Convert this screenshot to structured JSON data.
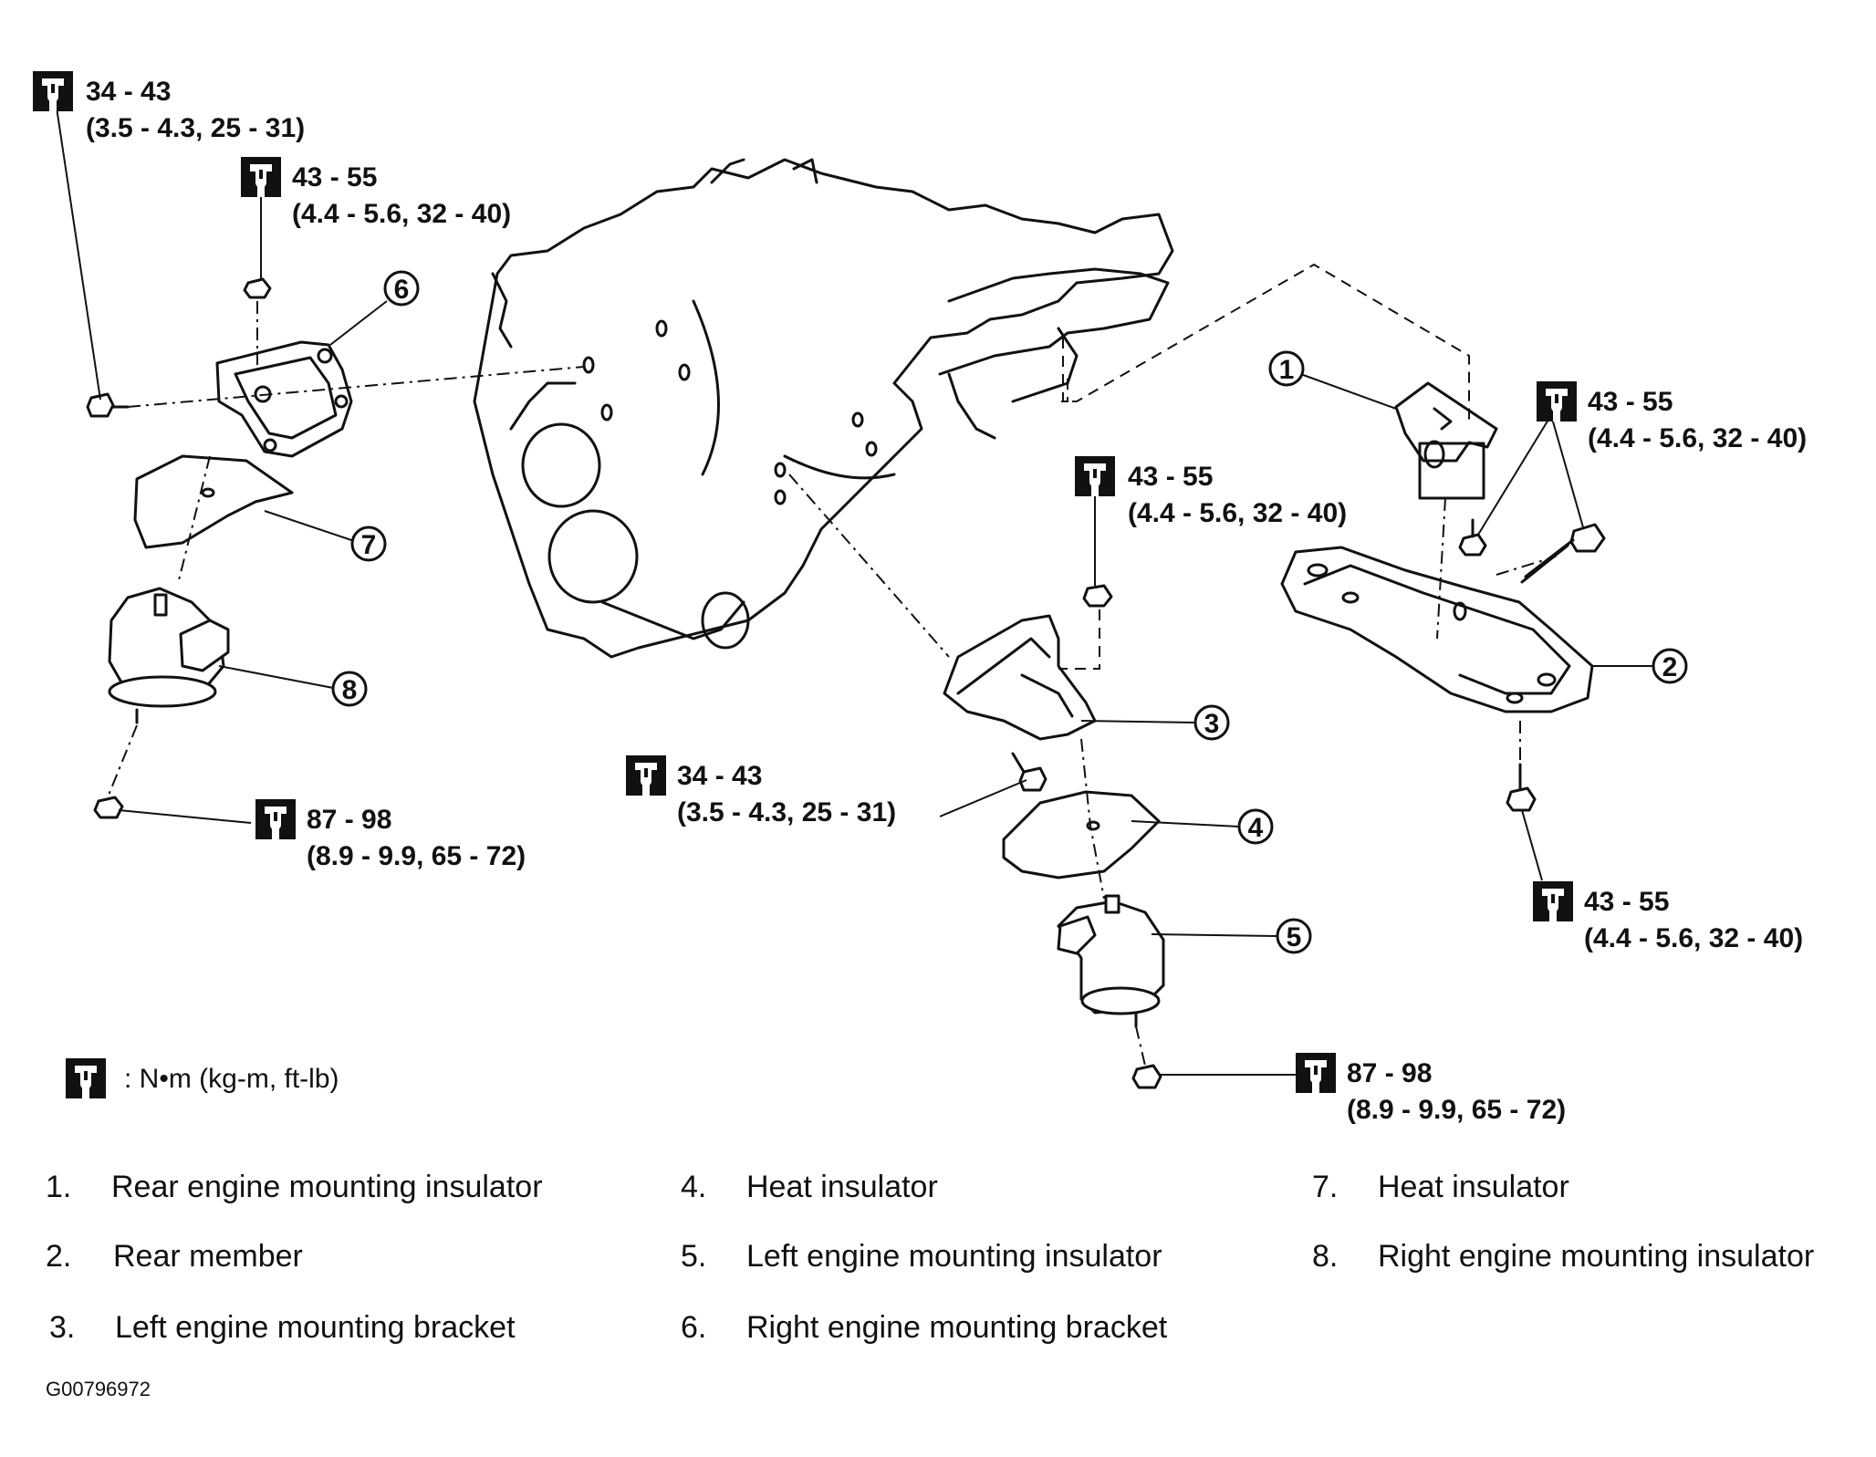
{
  "torque_labels": [
    {
      "id": "t1",
      "main": "34 - 43",
      "sub": "(3.5 - 4.3, 25 - 31)"
    },
    {
      "id": "t2",
      "main": "43 - 55",
      "sub": "(4.4 - 5.6, 32 - 40)"
    },
    {
      "id": "t3",
      "main": "87 - 98",
      "sub": "(8.9 - 9.9, 65 - 72)"
    },
    {
      "id": "t4",
      "main": "43 - 55",
      "sub": "(4.4 - 5.6, 32 - 40)"
    },
    {
      "id": "t5",
      "main": "34 - 43",
      "sub": "(3.5 - 4.3, 25 - 31)"
    },
    {
      "id": "t6",
      "main": "43 - 55",
      "sub": "(4.4 - 5.6, 32 - 40)"
    },
    {
      "id": "t7",
      "main": "43 - 55",
      "sub": "(4.4 - 5.6, 32 - 40)"
    },
    {
      "id": "t8",
      "main": "87 - 98",
      "sub": "(8.9 - 9.9, 65 - 72)"
    }
  ],
  "callouts": [
    "1",
    "2",
    "3",
    "4",
    "5",
    "6",
    "7",
    "8"
  ],
  "legend": {
    "text": ": N•m  (kg-m,  ft-lb)"
  },
  "parts": [
    {
      "num": "1.",
      "name": "Rear engine mounting insulator"
    },
    {
      "num": "2.",
      "name": "Rear member"
    },
    {
      "num": "3.",
      "name": "Left engine mounting bracket"
    },
    {
      "num": "4.",
      "name": "Heat insulator"
    },
    {
      "num": "5.",
      "name": "Left engine mounting insulator"
    },
    {
      "num": "6.",
      "name": "Right engine mounting bracket"
    },
    {
      "num": "7.",
      "name": "Heat insulator"
    },
    {
      "num": "8.",
      "name": "Right engine mounting insulator"
    }
  ],
  "figure_ref": "G00796972",
  "icons": {
    "torque": "torque-wrench-icon"
  }
}
